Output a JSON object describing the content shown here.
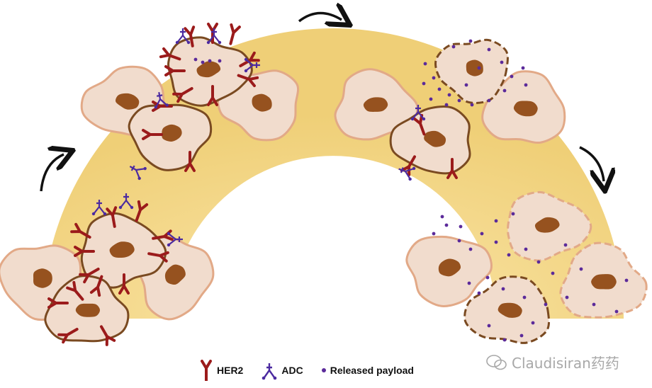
{
  "legend": {
    "her2_label": "HER2",
    "adc_label": "ADC",
    "payload_label": "Released payload"
  },
  "watermark": {
    "text": "Claudisiran药药"
  },
  "colors": {
    "arc": "#f2d27e",
    "cell_fill": "#f1dccd",
    "cell_edge": "#e2a987",
    "target_edge": "#7a4a21",
    "nucleus": "#96521f",
    "her2": "#9b1b1b",
    "adc": "#4b2aa0",
    "payload": "#5b2a9a"
  }
}
